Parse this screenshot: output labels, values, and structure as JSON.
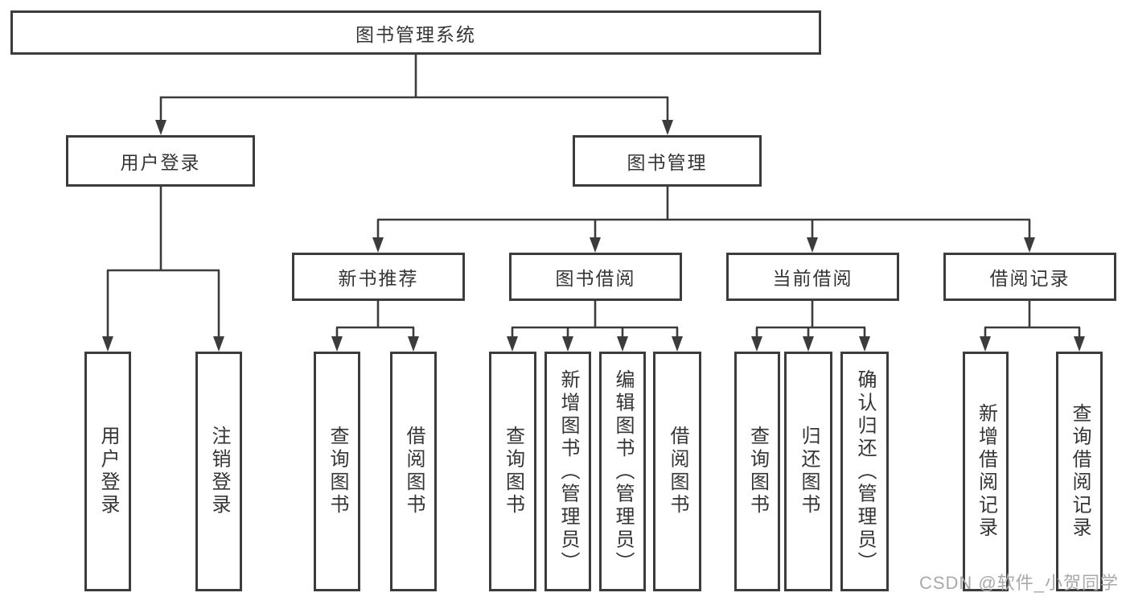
{
  "root": {
    "label": "图书管理系统"
  },
  "level2": {
    "user_login": {
      "label": "用户登录"
    },
    "book_management": {
      "label": "图书管理"
    }
  },
  "level3": {
    "new_book_recommend": {
      "label": "新书推荐"
    },
    "book_borrow": {
      "label": "图书借阅"
    },
    "current_borrow": {
      "label": "当前借阅"
    },
    "borrow_records": {
      "label": "借阅记录"
    }
  },
  "leaves": {
    "user_login": {
      "login": "用户登录",
      "logout": "注销登录"
    },
    "new_book_recommend": {
      "query": "查询图书",
      "borrow": "借阅图书"
    },
    "book_borrow": {
      "query": "查询图书",
      "add": "新增图书（管理员）",
      "edit": "编辑图书（管理员）",
      "borrow": "借阅图书"
    },
    "current_borrow": {
      "query": "查询图书",
      "return": "归还图书",
      "confirm_return": "确认归还（管理员）"
    },
    "borrow_records": {
      "add": "新增借阅记录",
      "query": "查询借阅记录"
    }
  },
  "watermark": "CSDN @软件_小贺同学",
  "colors": {
    "line": "#3c3c3c",
    "text": "#353535",
    "background": "#ffffff",
    "watermark": "#a9a9a9"
  }
}
